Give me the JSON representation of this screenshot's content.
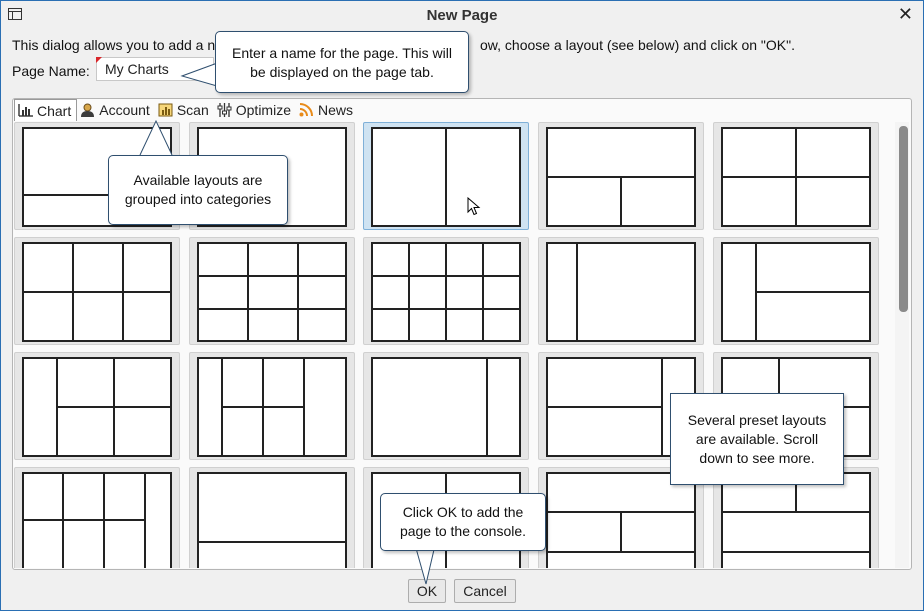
{
  "window": {
    "title": "New Page"
  },
  "intro": {
    "left": "This dialog allows you to add a n",
    "right": "ow, choose a layout (see below) and click on \"OK\"."
  },
  "page_name": {
    "label": "Page Name:",
    "value": "My Charts"
  },
  "tabs": [
    {
      "label": "Chart",
      "icon": "bar-chart-icon",
      "active": true
    },
    {
      "label": "Account",
      "icon": "user-icon",
      "active": false
    },
    {
      "label": "Scan",
      "icon": "scan-icon",
      "active": false
    },
    {
      "label": "Optimize",
      "icon": "sliders-icon",
      "active": false
    },
    {
      "label": "News",
      "icon": "rss-icon",
      "active": false
    }
  ],
  "buttons": {
    "ok": "OK",
    "cancel": "Cancel"
  },
  "callouts": {
    "name": "Enter a name for the page.  This will be displayed on the page tab.",
    "layouts": "Available layouts are grouped into categories",
    "presets": "Several preset layouts are available.  Scroll down to see more.",
    "ok": "Click OK to add the page to the console."
  },
  "colors": {
    "accent_border": "#2a6fb3",
    "selected_tile": "#cfe3f2",
    "callout_border": "#2f4f6f"
  }
}
